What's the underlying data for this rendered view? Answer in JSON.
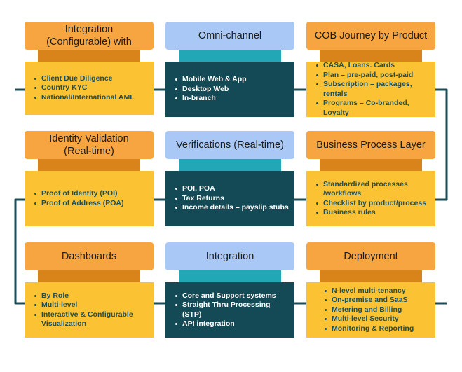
{
  "cards": [
    {
      "title_line1": "Integration",
      "title_line2": "(Configurable) with",
      "items": [
        "Client Due Diligence",
        "Country KYC",
        "National/International AML"
      ]
    },
    {
      "title_line1": "Omni-channel",
      "title_line2": "",
      "items": [
        "Mobile Web & App",
        "Desktop Web",
        "In-branch"
      ]
    },
    {
      "title_line1": "COB Journey by Product",
      "title_line2": "",
      "items": [
        "CASA, Loans. Cards",
        "Plan – pre-paid, post-paid",
        "Subscription – packages, rentals",
        "Programs – Co-branded, Loyalty"
      ]
    },
    {
      "title_line1": "Identity Validation",
      "title_line2": "(Real-time)",
      "items": [
        "Proof of Identity (POI)",
        "Proof of Address (POA)"
      ]
    },
    {
      "title_line1": "Verifications (Real-time)",
      "title_line2": "",
      "items": [
        "POI, POA",
        "Tax Returns",
        "Income details – payslip stubs"
      ]
    },
    {
      "title_line1": "Business Process Layer",
      "title_line2": "",
      "items": [
        "Standardized processes /workflows",
        "Checklist by product/process",
        "Business rules"
      ]
    },
    {
      "title_line1": "Dashboards",
      "title_line2": "",
      "items": [
        "By Role",
        "Multi-level",
        "Interactive & Configurable Visualization"
      ]
    },
    {
      "title_line1": "Integration",
      "title_line2": "",
      "items": [
        "Core and Support systems",
        "Straight Thru Processing (STP)",
        "API integration"
      ]
    },
    {
      "title_line1": "Deployment",
      "title_line2": "",
      "items": [
        "N-level multi-tenancy",
        "On-premise and SaaS",
        "Metering and Billing",
        "Multi-level Security",
        "Monitoring & Reporting"
      ]
    }
  ],
  "colors": {
    "orange_head": "#f7a541",
    "orange_neck": "#d9841b",
    "orange_body": "#fbc334",
    "blue_head": "#a9c8f6",
    "blue_neck": "#22a7b7",
    "blue_body": "#144a55",
    "connector": "#1b4d57"
  }
}
